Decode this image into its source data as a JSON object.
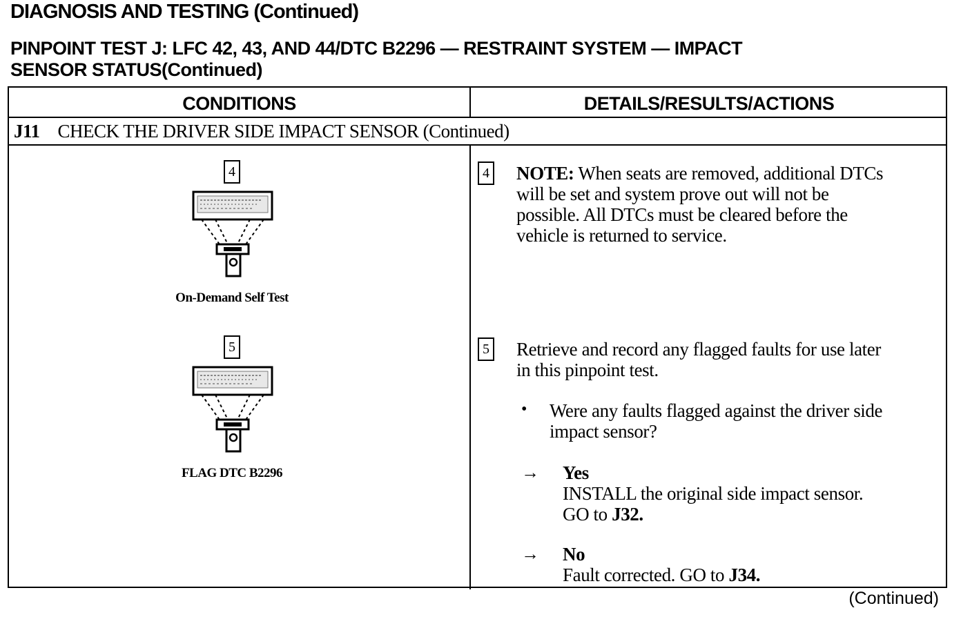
{
  "header": {
    "title": "DIAGNOSIS AND TESTING (Continued)",
    "subtitle_line1": "PINPOINT TEST J:  LFC 42, 43, AND 44/DTC B2296 — RESTRAINT SYSTEM — IMPACT",
    "subtitle_line2": "SENSOR STATUS(Continued)"
  },
  "table": {
    "col_conditions": "CONDITIONS",
    "col_details": "DETAILS/RESULTS/ACTIONS",
    "step_id": "J11",
    "step_title": "CHECK THE DRIVER SIDE IMPACT SENSOR (Continued)"
  },
  "conditions": {
    "step4_number": "4",
    "step4_caption": "On-Demand Self Test",
    "step5_number": "5",
    "step5_caption": "FLAG DTC B2296"
  },
  "details": {
    "step4_number": "4",
    "note_label": "NOTE:",
    "note_line1": "When seats are removed, additional DTCs",
    "note_line2": "will be set and system prove out will not be",
    "note_line3": "possible. All DTCs must be cleared before the",
    "note_line4": "vehicle is returned to service.",
    "step5_number": "5",
    "step5_line1": "Retrieve and record any flagged faults for use later",
    "step5_line2": "in this pinpoint test.",
    "question_line1": "Were any faults flagged against the driver side",
    "question_line2": "impact sensor?",
    "yes_label": "Yes",
    "yes_line1": "INSTALL the original side impact sensor.",
    "yes_line2_prefix": "GO to ",
    "yes_line2_ref": "J32.",
    "no_label": "No",
    "no_line1_prefix": "Fault corrected. GO to ",
    "no_line1_ref": "J34."
  },
  "footer": {
    "continued": "(Continued)"
  },
  "icons": {
    "arrow_glyph": "→",
    "bullet_glyph": "•"
  }
}
